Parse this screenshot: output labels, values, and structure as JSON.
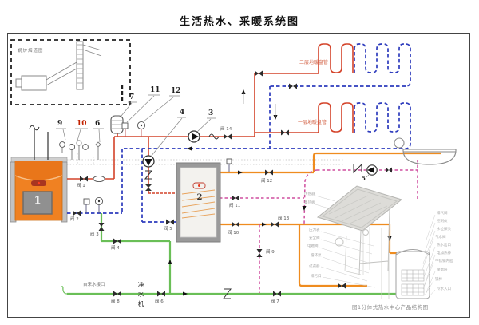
{
  "title": "生活热水、采暖系统图",
  "flue_box_label": "锅炉烟道图",
  "coils": {
    "floor2": "二层地暖盘管",
    "floor1": "一层地暖盘管"
  },
  "numbers": {
    "n1": "1",
    "n2": "2",
    "n3": "3",
    "n4": "4",
    "n5": "5",
    "n6": "6",
    "n7": "7",
    "n9": "9",
    "n10": "10",
    "n11": "11",
    "n12": "12"
  },
  "valve_labels": {
    "v1": "阀 1",
    "v2": "阀 2",
    "v3": "阀 3",
    "v4": "阀 4",
    "v5": "阀 5",
    "v6": "阀 6",
    "v7": "阀 7",
    "v8": "阀 8",
    "v9": "阀 9",
    "v10": "阀 10",
    "v11": "阀 11",
    "v12": "阀 12",
    "v13": "阀 13",
    "v14": "阀 14"
  },
  "tap_water_label": "自来水接口",
  "purifier_label": "净水机",
  "caption": "图1分体式热水中心产品结构图",
  "callouts": {
    "collector": [
      "传感器",
      "集热板"
    ],
    "product_left": [
      "压力表",
      "安全阀",
      "电磁阀",
      "循环泵",
      "过滤器",
      "排污口"
    ],
    "product_right": [
      "排气阀",
      "控制仪",
      "水位探头",
      "气水阀",
      "热水出口",
      "电加热棒",
      "不锈钢内胆",
      "保温层",
      "镁棒",
      "冷水入口"
    ]
  },
  "colors": {
    "heating_supply": "#d4432a",
    "heating_return": "#2d3bbd",
    "domestic_hot_water": "#ef8c1f",
    "cold_water": "#6abf57",
    "solar_loop": "#cf4f9f",
    "boiler_body": "#f08122"
  }
}
